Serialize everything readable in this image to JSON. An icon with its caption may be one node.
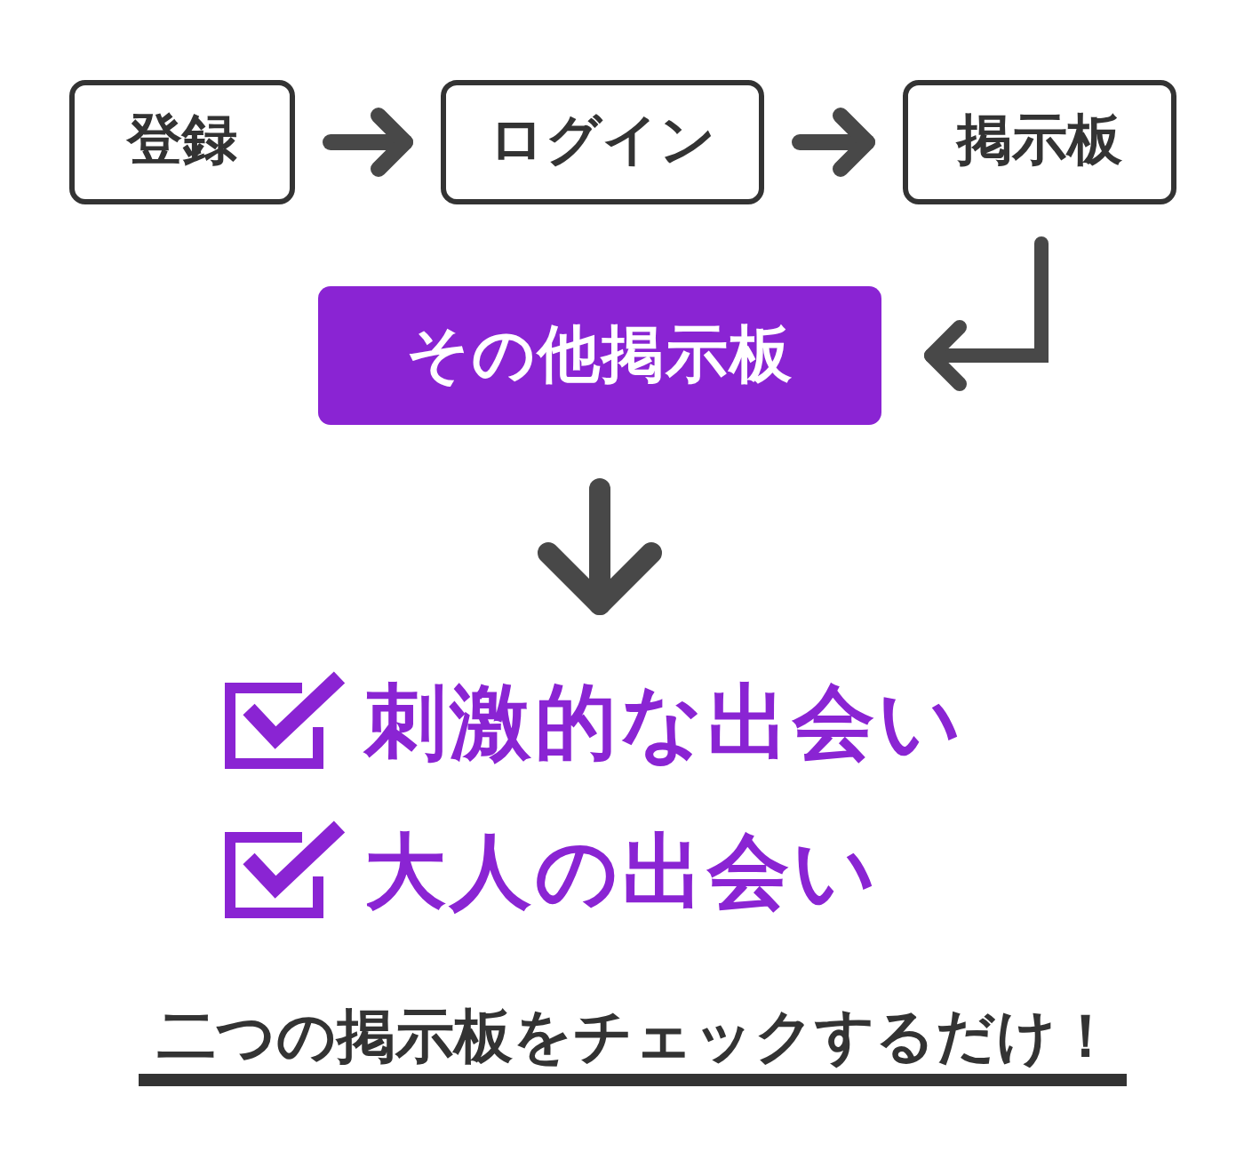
{
  "diagram": {
    "nodes": [
      {
        "text": [
          "登録"
        ]
      },
      {
        "text": [
          "ログイン"
        ]
      },
      {
        "text": [
          "掲示板"
        ]
      },
      {
        "text": [
          "その他掲示板"
        ]
      },
      {
        "text": [
          "刺激的な出会い"
        ]
      },
      {
        "text": [
          "大人の出会い"
        ]
      }
    ],
    "edges": [
      {
        "from": 0,
        "to": 1,
        "arrow": "to"
      },
      {
        "from": 1,
        "to": 2,
        "arrow": "to"
      },
      {
        "from": 2,
        "to": 3,
        "arrow": "to"
      },
      {
        "from": 3,
        "to": 4,
        "arrow": "to"
      }
    ],
    "labels": [
      "二つの掲示板をチェックするだけ！"
    ]
  }
}
